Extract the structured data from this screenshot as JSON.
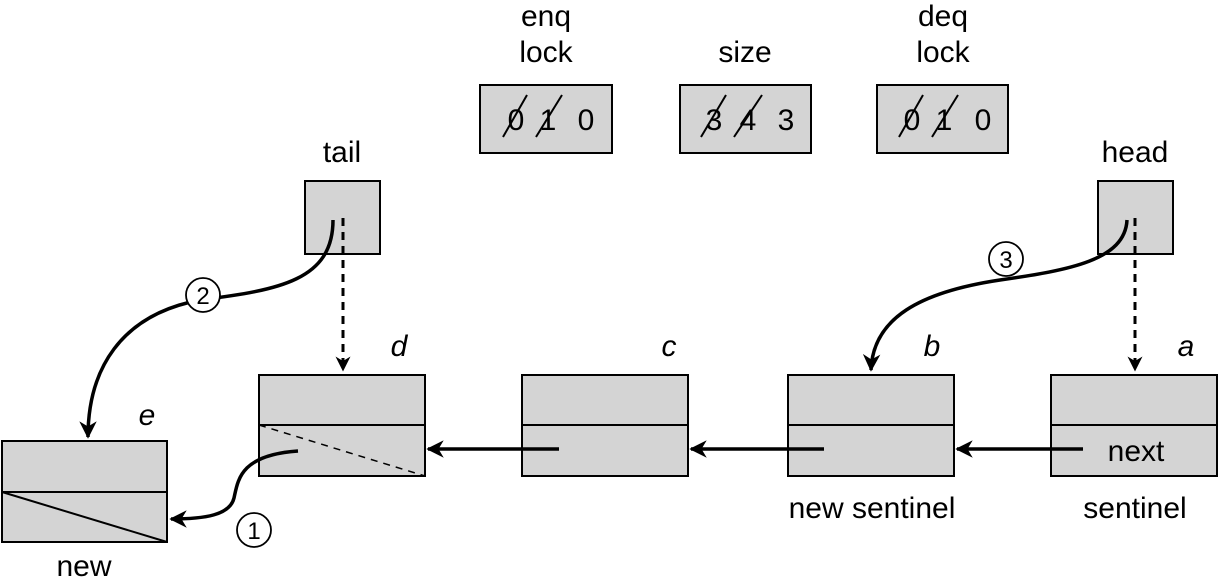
{
  "counters": {
    "enq": {
      "label_line1": "enq",
      "label_line2": "lock",
      "values": [
        "0",
        "1",
        "0"
      ],
      "struck": [
        true,
        true,
        false
      ]
    },
    "size": {
      "label": "size",
      "values": [
        "3",
        "4",
        "3"
      ],
      "struck": [
        true,
        true,
        false
      ]
    },
    "deq": {
      "label_line1": "deq",
      "label_line2": "lock",
      "values": [
        "0",
        "1",
        "0"
      ],
      "struck": [
        true,
        true,
        false
      ]
    }
  },
  "pointers": {
    "tail": "tail",
    "head": "head"
  },
  "nodes": {
    "a": {
      "name": "a",
      "field": "next",
      "caption": "sentinel"
    },
    "b": {
      "name": "b",
      "caption": "new sentinel"
    },
    "c": {
      "name": "c"
    },
    "d": {
      "name": "d"
    },
    "e": {
      "name": "e",
      "caption": "new"
    }
  },
  "steps": [
    "1",
    "2",
    "3"
  ],
  "colors": {
    "box_fill": "#d4d4d4",
    "stroke": "#000000"
  }
}
